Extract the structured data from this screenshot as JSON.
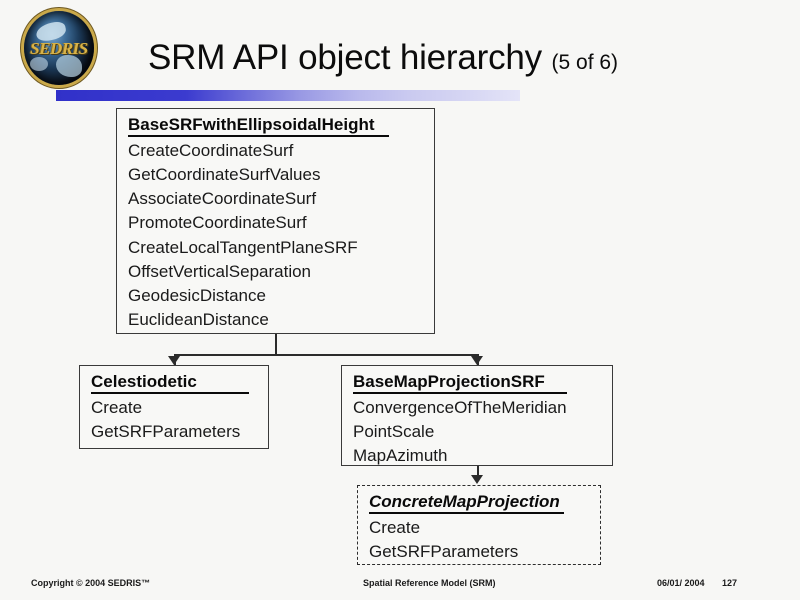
{
  "slide": {
    "title": "SRM API object hierarchy",
    "title_count": "(5 of 6)",
    "logo_text": "SEDRIS",
    "accent_color": "#3131c9",
    "background_color": "#f7f7f5"
  },
  "boxes": {
    "base": {
      "name": "BaseSRFwithEllipsoidalHeight",
      "operations": [
        "CreateCoordinateSurf",
        "GetCoordinateSurfValues",
        "AssociateCoordinateSurf",
        "PromoteCoordinateSurf",
        "CreateLocalTangentPlaneSRF",
        "OffsetVerticalSeparation",
        "GeodesicDistance",
        "EuclideanDistance"
      ]
    },
    "celestiodetic": {
      "name": "Celestiodetic",
      "operations": [
        "Create",
        "GetSRFParameters"
      ]
    },
    "basemapprojection": {
      "name": "BaseMapProjectionSRF",
      "operations": [
        "ConvergenceOfTheMeridian",
        "PointScale",
        "MapAzimuth"
      ]
    },
    "concrete": {
      "name": "ConcreteMapProjection",
      "operations": [
        "Create",
        "GetSRFParameters"
      ]
    }
  },
  "footer": {
    "copyright": "Copyright © 2004 SEDRIS™",
    "center": "Spatial Reference Model (SRM)",
    "date": "06/01/ 2004",
    "page": "127"
  }
}
